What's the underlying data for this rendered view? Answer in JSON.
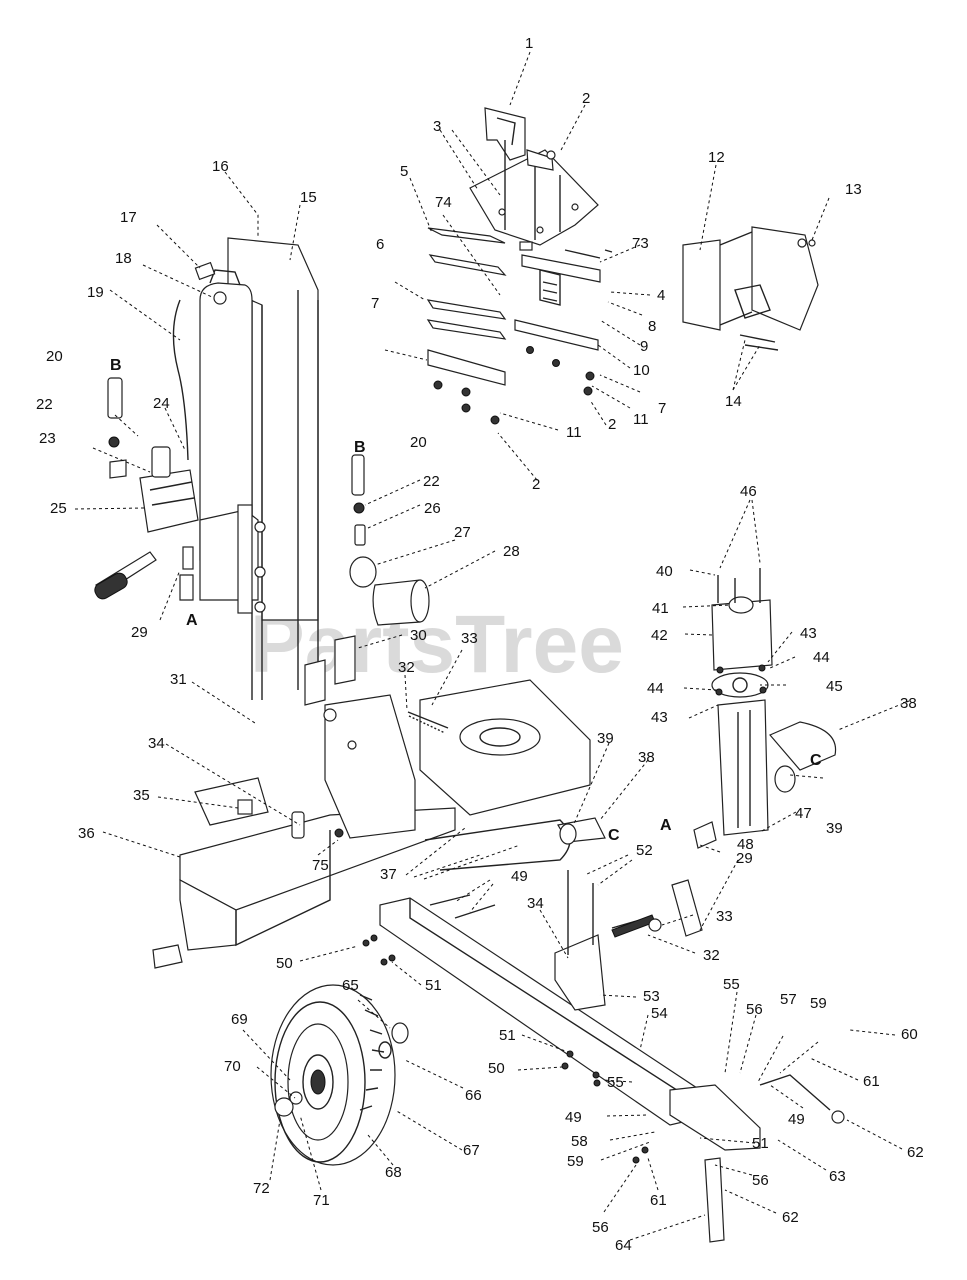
{
  "watermark": "PartsTree",
  "labels": [
    "1",
    "2",
    "3",
    "4",
    "5",
    "6",
    "7",
    "8",
    "9",
    "10",
    "11",
    "12",
    "13",
    "14",
    "15",
    "16",
    "17",
    "18",
    "19",
    "20",
    "22",
    "23",
    "24",
    "25",
    "26",
    "27",
    "28",
    "29",
    "30",
    "31",
    "32",
    "33",
    "34",
    "35",
    "36",
    "37",
    "38",
    "39",
    "40",
    "41",
    "42",
    "43",
    "44",
    "45",
    "46",
    "47",
    "48",
    "49",
    "50",
    "51",
    "52",
    "53",
    "54",
    "55",
    "56",
    "57",
    "58",
    "59",
    "60",
    "61",
    "62",
    "63",
    "64",
    "65",
    "66",
    "67",
    "68",
    "69",
    "70",
    "71",
    "72",
    "73",
    "74",
    "75"
  ],
  "connectors": {
    "a": "A",
    "b": "B",
    "c": "C"
  }
}
